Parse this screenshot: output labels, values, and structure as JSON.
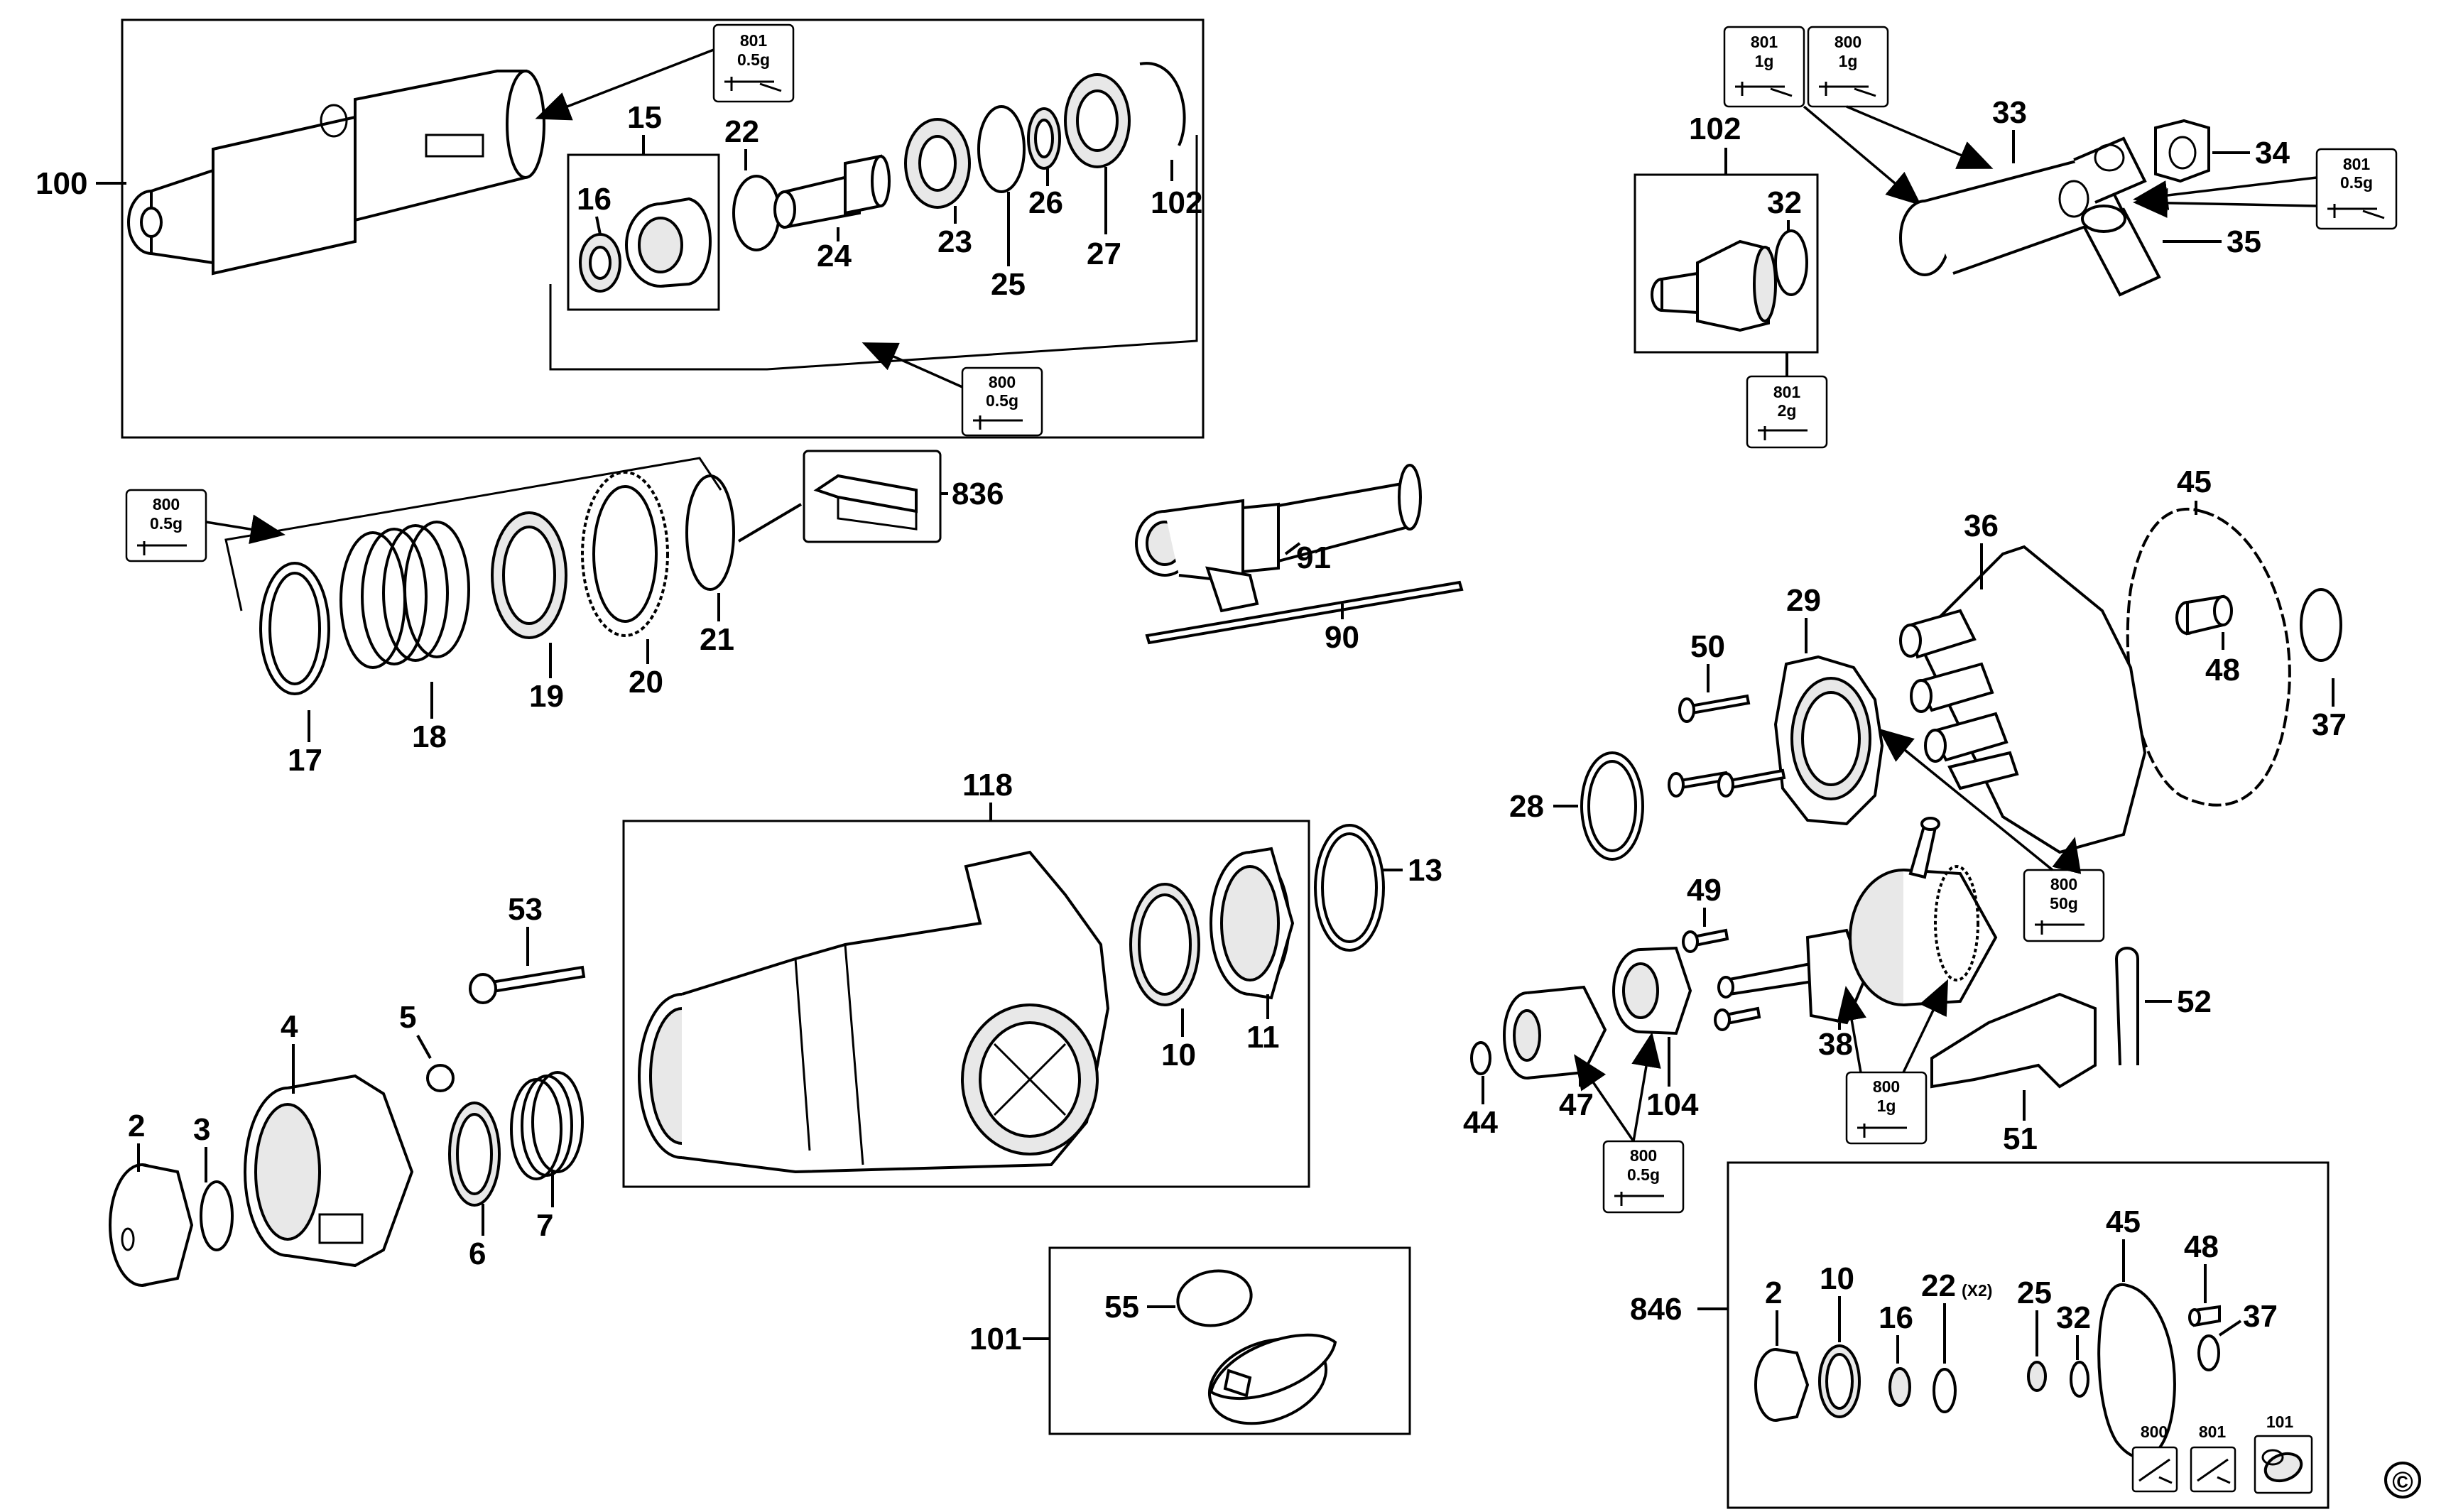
{
  "part_numbers": [
    "100",
    "15",
    "16",
    "22",
    "24",
    "23",
    "25",
    "26",
    "27",
    "102",
    "32",
    "33",
    "34",
    "35",
    "836",
    "17",
    "18",
    "19",
    "20",
    "21",
    "91",
    "90",
    "45",
    "36",
    "29",
    "50",
    "48",
    "37",
    "28",
    "49",
    "118",
    "13",
    "53",
    "4",
    "5",
    "2",
    "3",
    "6",
    "7",
    "10",
    "11",
    "44",
    "47",
    "104",
    "38",
    "52",
    "51",
    "101",
    "55",
    "846",
    "16",
    "22",
    "25",
    "32",
    "45",
    "48",
    "37",
    "2",
    "10"
  ],
  "kit_846_qty": "(X2)",
  "lube_tags": [
    {
      "code": "801",
      "amount": "0.5g"
    },
    {
      "code": "800",
      "amount": "0.5g"
    },
    {
      "code": "801",
      "amount": "1g"
    },
    {
      "code": "800",
      "amount": "1g"
    },
    {
      "code": "801",
      "amount": "0.5g"
    },
    {
      "code": "801",
      "amount": "2g"
    },
    {
      "code": "800",
      "amount": "0.5g"
    },
    {
      "code": "800",
      "amount": "50g"
    },
    {
      "code": "800",
      "amount": "1g"
    },
    {
      "code": "800",
      "amount": "0.5g"
    }
  ],
  "kit_846_icons": [
    "800",
    "801",
    "101"
  ],
  "copyright": "©"
}
